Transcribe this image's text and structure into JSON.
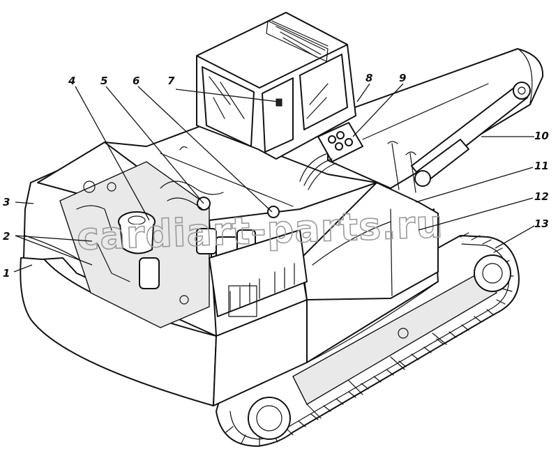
{
  "figure": {
    "watermark": "cardiart-parts.ru",
    "callouts": [
      {
        "id": "1",
        "label": "1"
      },
      {
        "id": "2",
        "label": "2"
      },
      {
        "id": "3",
        "label": "3"
      },
      {
        "id": "4",
        "label": "4"
      },
      {
        "id": "5",
        "label": "5"
      },
      {
        "id": "6",
        "label": "6"
      },
      {
        "id": "7",
        "label": "7"
      },
      {
        "id": "8",
        "label": "8"
      },
      {
        "id": "9",
        "label": "9"
      },
      {
        "id": "10",
        "label": "10"
      },
      {
        "id": "11",
        "label": "11"
      },
      {
        "id": "12",
        "label": "12"
      },
      {
        "id": "13",
        "label": "13"
      }
    ]
  }
}
